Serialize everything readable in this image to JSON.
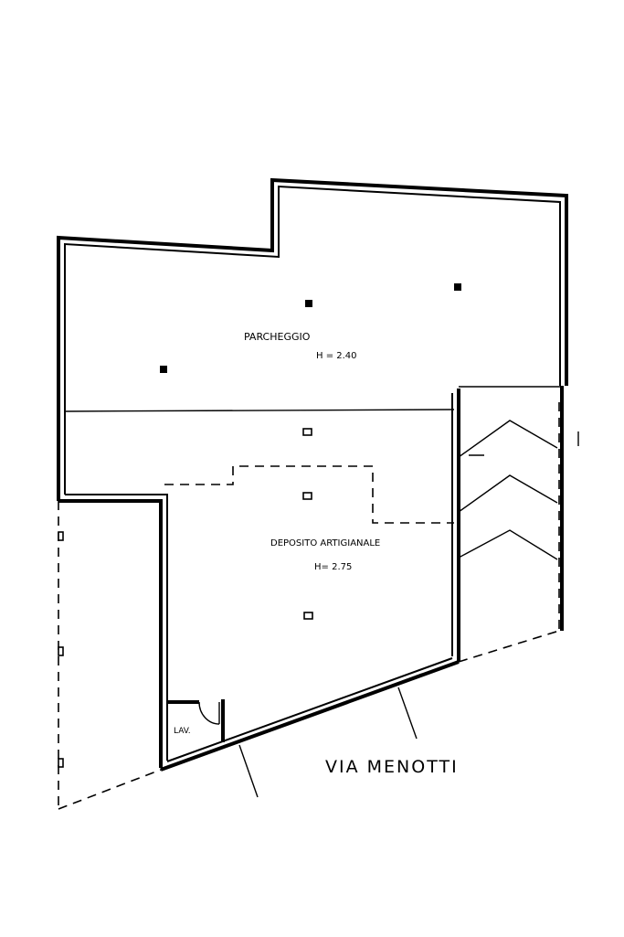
{
  "rooms": {
    "parking": {
      "name": "PARCHEGGIO",
      "height": "H = 2.40"
    },
    "workshop": {
      "name": "DEPOSITO ARTIGIANALE",
      "height": "H= 2.75"
    },
    "bathroom": {
      "name": "LAV."
    }
  },
  "street": {
    "name": "VIA MENOTTI"
  }
}
